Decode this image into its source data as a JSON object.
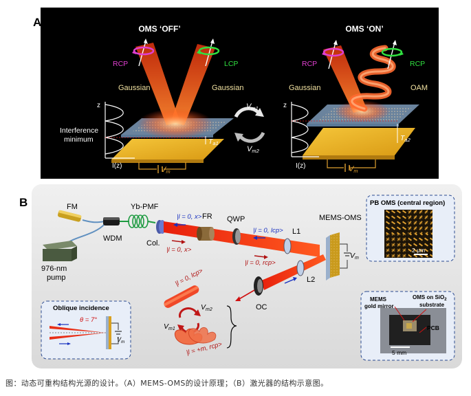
{
  "panel_a": {
    "label": "A",
    "off_title": "OMS ‘OFF’",
    "on_title": "OMS ‘ON’",
    "rcp": "RCP",
    "lcp": "LCP",
    "gaussian": "Gaussian",
    "oam": "OAM",
    "z_axis": "z",
    "iz_axis": "I(z)",
    "interference_line1": "Interference",
    "interference_line2": "minimum",
    "ta": "T",
    "ta1_sub": "a1",
    "ta2_sub": "a2",
    "vm": "V",
    "vm_sub": "m",
    "vm1_sub": "m1",
    "vm2_sub": "m2"
  },
  "panel_b": {
    "label": "B",
    "fm": "FM",
    "yb_pmf": "Yb-PMF",
    "wdm": "WDM",
    "pump_line1": "976-nm",
    "pump_line2": "pump",
    "col": "Col.",
    "fr": "FR",
    "qwp": "QWP",
    "l1": "L1",
    "l2": "L2",
    "oc": "OC",
    "mems_oms": "MEMS-OMS",
    "state_l0x_top": "|l = 0, x>",
    "state_l0x_bot": "|l = 0, x>",
    "state_l0lcp_top": "|l = 0, lcp>",
    "state_l0rcp": "|l = 0, rcp>",
    "state_l0lcp_out": "|l = 0, lcp>",
    "state_lm_rcp": "|l = +m, rcp>",
    "pb_oms_title": "PB OMS (central region)",
    "scale_2um": "2 μm",
    "oblique_title": "Oblique incidence",
    "theta": "θ = 7°",
    "mems_gold_line1": "MEMS",
    "mems_gold_line2": "gold mirror",
    "oms_sio2_line1": "OMS on SiO",
    "oms_sio2_line2": "substrate",
    "pcb": "PCB",
    "scale_5mm": "5 mm"
  },
  "caption": "图：动态可重构结构光源的设计。（A）MEMS-OMS的设计原理；（B）激光器的结构示意图。"
}
